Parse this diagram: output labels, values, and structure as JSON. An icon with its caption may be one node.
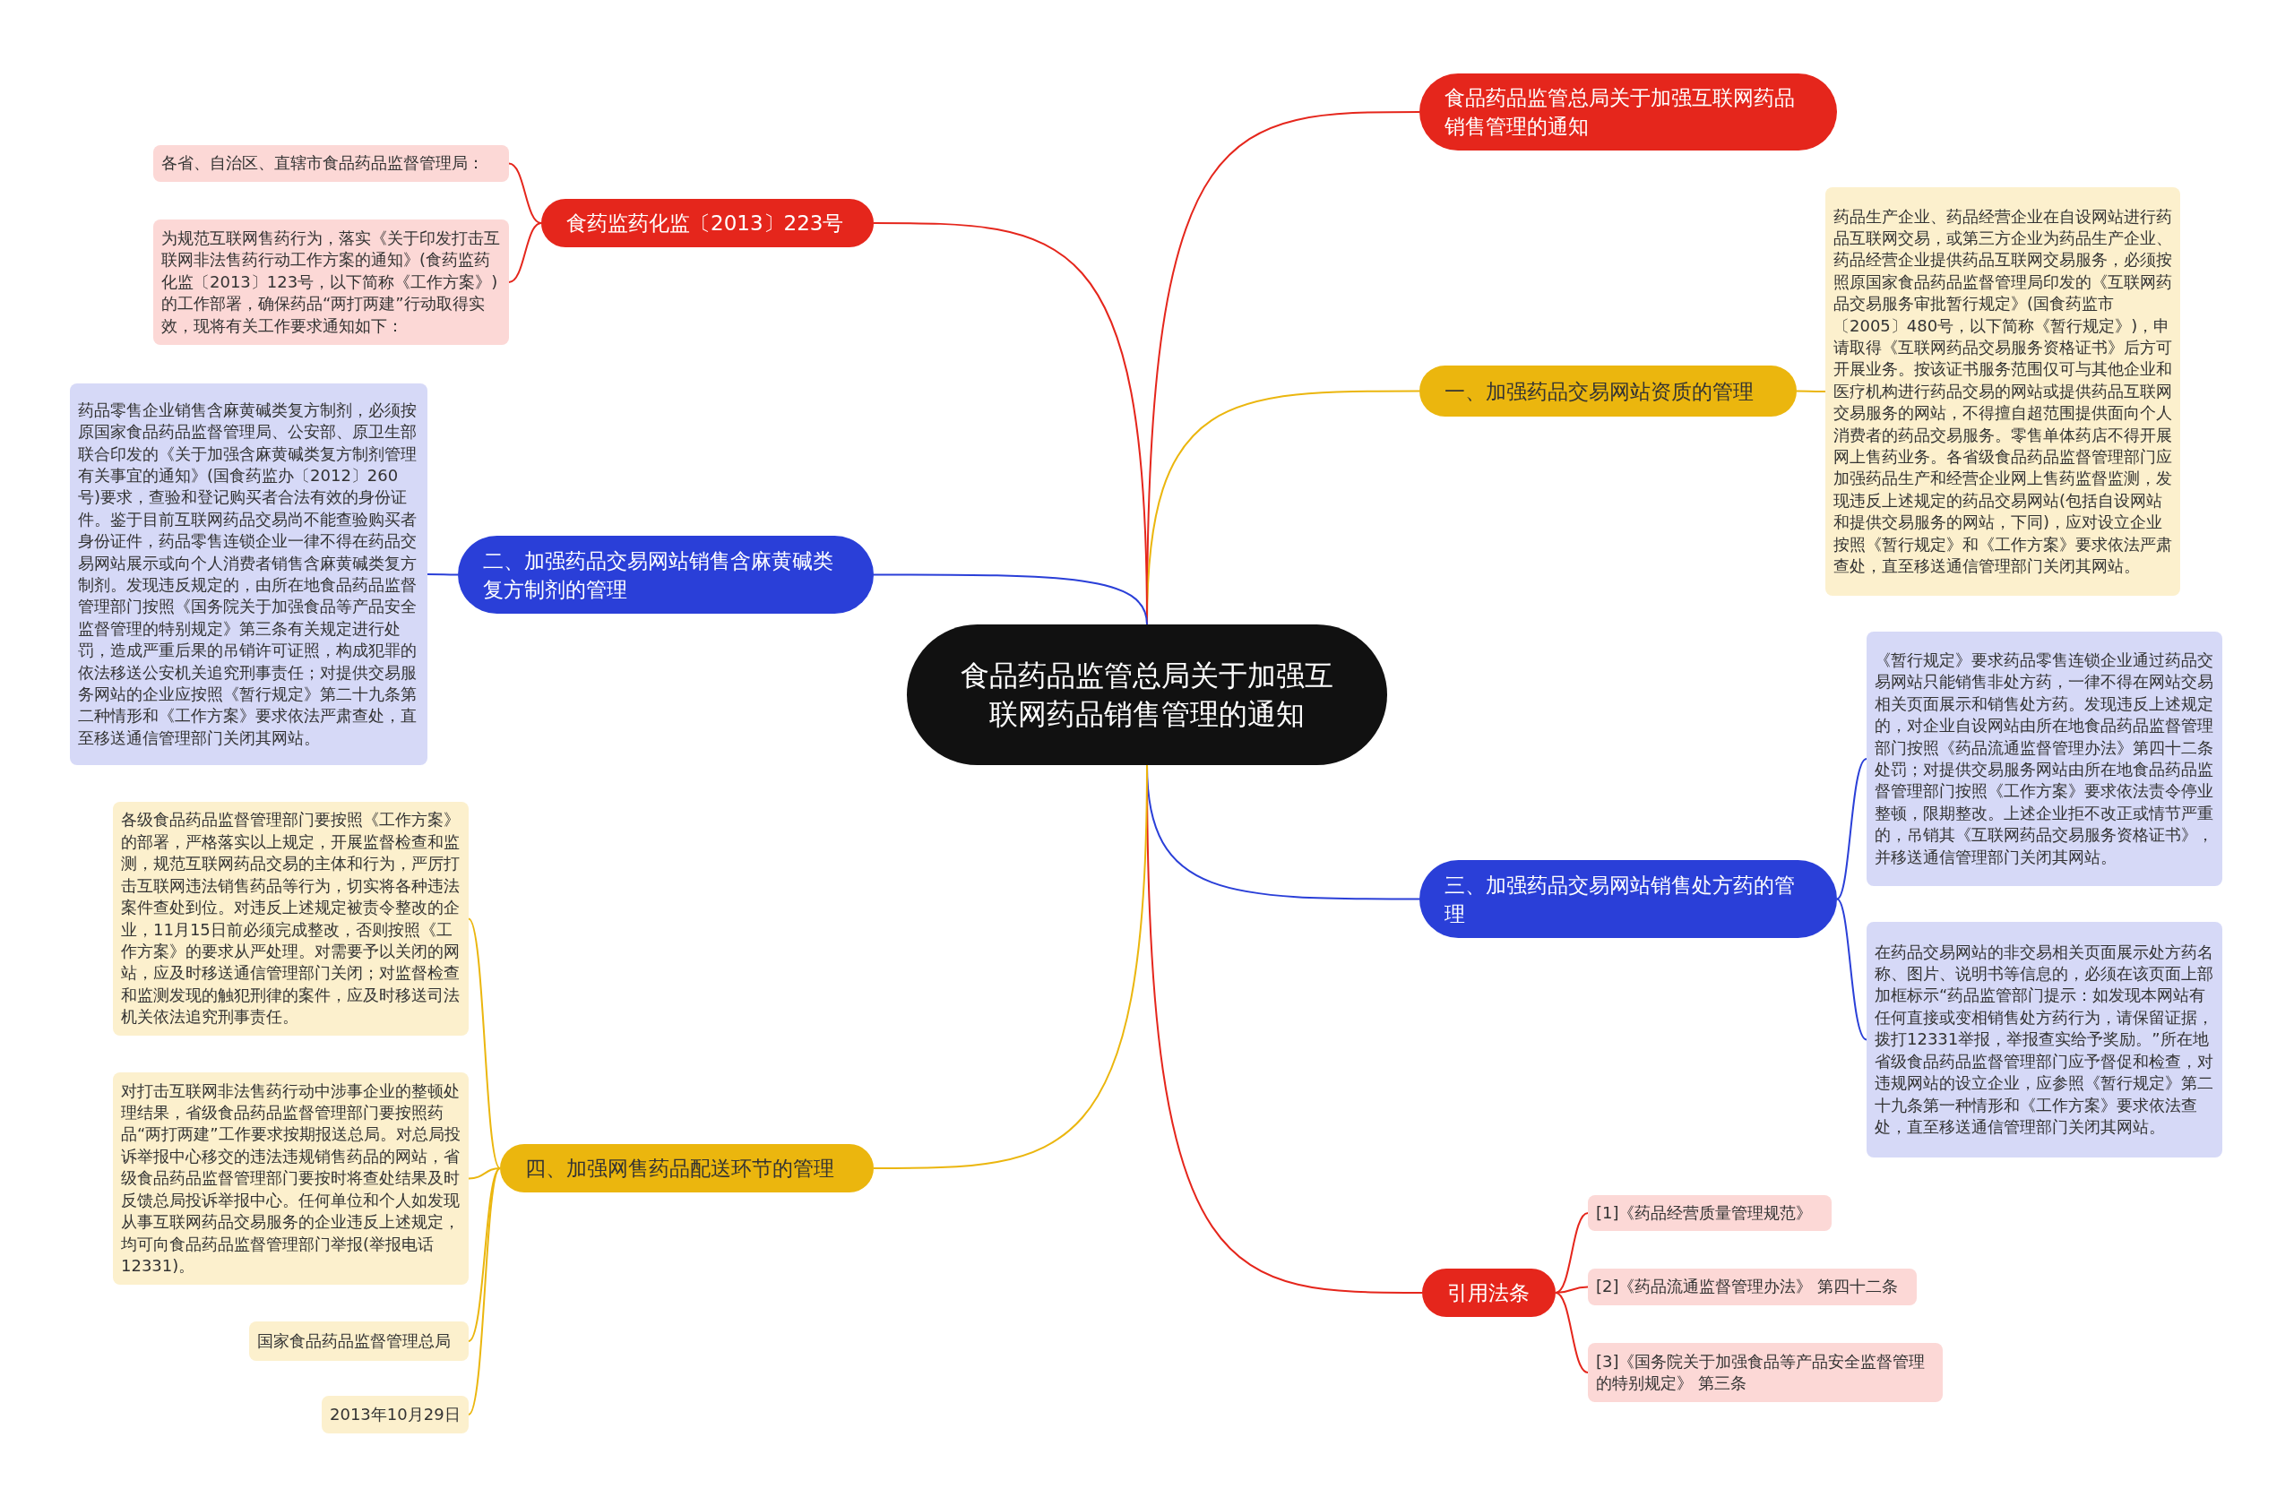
{
  "diagram": {
    "nodes": [
      {
        "text": [
          "食品药品监管总局关于加强互联网药品销售管理的通知"
        ]
      },
      {
        "text": [
          "食品药品监管总局关于加强互联网药品销售管理的通知"
        ]
      },
      {
        "text": [
          "一、加强药品交易网站资质的管理"
        ]
      },
      {
        "text": [
          "药品生产企业、药品经营企业在自设网站进行药品互联网交易，或第三方企业为药品生产企业、药品经营企业提供药品互联网交易服务，必须按照原国家食品药品监督管理局印发的《互联网药品交易服务审批暂行规定》(国食药监市〔2005〕480号，以下简称《暂行规定》)，申请取得《互联网药品交易服务资格证书》后方可开展业务。按该证书服务范围仅可与其他企业和医疗机构进行药品交易的网站或提供药品互联网交易服务的网站，不得擅自超范围提供面向个人消费者的药品交易服务。零售单体药店不得开展网上售药业务。各省级食品药品监督管理部门应加强药品生产和经营企业网上售药监督监测，发现违反上述规定的药品交易网站(包括自设网站和提供交易服务的网站，下同)，应对设立企业按照《暂行规定》和《工作方案》要求依法严肃查处，直至移送通信管理部门关闭其网站。"
        ]
      },
      {
        "text": [
          "三、加强药品交易网站销售处方药的管理"
        ]
      },
      {
        "text": [
          "《暂行规定》要求药品零售连锁企业通过药品交易网站只能销售非处方药，一律不得在网站交易相关页面展示和销售处方药。发现违反上述规定的，对企业自设网站由所在地食品药品监督管理部门按照《药品流通监督管理办法》第四十二条处罚；对提供交易服务网站由所在地食品药品监督管理部门按照《工作方案》要求依法责令停业整顿，限期整改。上述企业拒不改正或情节严重的，吊销其《互联网药品交易服务资格证书》，并移送通信管理部门关闭其网站。"
        ]
      },
      {
        "text": [
          "在药品交易网站的非交易相关页面展示处方药名称、图片、说明书等信息的，必须在该页面上部加框标示“药品监管部门提示：如发现本网站有任何直接或变相销售处方药行为，请保留证据，拨打12331举报，举报查实给予奖励。”所在地省级食品药品监督管理部门应予督促和检查，对违规网站的设立企业，应参照《暂行规定》第二十九条第一种情形和《工作方案》要求依法查处，直至移送通信管理部门关闭其网站。"
        ]
      },
      {
        "text": [
          "引用法条"
        ]
      },
      {
        "text": [
          "[1]《药品经营质量管理规范》"
        ]
      },
      {
        "text": [
          "[2]《药品流通监督管理办法》 第四十二条"
        ]
      },
      {
        "text": [
          "[3]《国务院关于加强食品等产品安全监督管理的特别规定》 第三条"
        ]
      },
      {
        "text": [
          "食药监药化监〔2013〕223号"
        ]
      },
      {
        "text": [
          "各省、自治区、直辖市食品药品监督管理局："
        ]
      },
      {
        "text": [
          "为规范互联网售药行为，落实《关于印发打击互联网非法售药行动工作方案的通知》(食药监药化监〔2013〕123号，以下简称《工作方案》)的工作部署，确保药品“两打两建”行动取得实效，现将有关工作要求通知如下："
        ]
      },
      {
        "text": [
          "二、加强药品交易网站销售含麻黄碱类复方制剂的管理"
        ]
      },
      {
        "text": [
          "药品零售企业销售含麻黄碱类复方制剂，必须按原国家食品药品监督管理局、公安部、原卫生部联合印发的《关于加强含麻黄碱类复方制剂管理有关事宜的通知》(国食药监办〔2012〕260号)要求，查验和登记购买者合法有效的身份证件。鉴于目前互联网药品交易尚不能查验购买者身份证件，药品零售连锁企业一律不得在药品交易网站展示或向个人消费者销售含麻黄碱类复方制剂。发现违反规定的，由所在地食品药品监督管理部门按照《国务院关于加强食品等产品安全监督管理的特别规定》第三条有关规定进行处罚，造成严重后果的吊销许可证照，构成犯罪的依法移送公安机关追究刑事责任；对提供交易服务网站的企业应按照《暂行规定》第二十九条第二种情形和《工作方案》要求依法严肃查处，直至移送通信管理部门关闭其网站。"
        ]
      },
      {
        "text": [
          "四、加强网售药品配送环节的管理"
        ]
      },
      {
        "text": [
          "各级食品药品监督管理部门要按照《工作方案》的部署，严格落实以上规定，开展监督检查和监测，规范互联网药品交易的主体和行为，严厉打击互联网违法销售药品等行为，切实将各种违法案件查处到位。对违反上述规定被责令整改的企业，11月15日前必须完成整改，否则按照《工作方案》的要求从严处理。对需要予以关闭的网站，应及时移送通信管理部门关闭；对监督检查和监测发现的触犯刑律的案件，应及时移送司法机关依法追究刑事责任。"
        ]
      },
      {
        "text": [
          "对打击互联网非法售药行动中涉事企业的整顿处理结果，省级食品药品监督管理部门要按照药品“两打两建”工作要求按期报送总局。对总局投诉举报中心移交的违法违规销售药品的网站，省级食品药品监督管理部门要按时将查处结果及时反馈总局投诉举报中心。任何单位和个人如发现从事互联网药品交易服务的企业违反上述规定，均可向食品药品监督管理部门举报(举报电话12331)。"
        ]
      },
      {
        "text": [
          "国家食品药品监督管理总局"
        ]
      },
      {
        "text": [
          "2013年10月29日"
        ]
      }
    ],
    "edges": [
      {
        "from": 0,
        "to": 1,
        "arrow": "none",
        "color": "#e5261c"
      },
      {
        "from": 0,
        "to": 2,
        "arrow": "none",
        "color": "#ebb60e"
      },
      {
        "from": 2,
        "to": 3,
        "arrow": "none",
        "color": "#ebb60e"
      },
      {
        "from": 0,
        "to": 4,
        "arrow": "none",
        "color": "#2a3fd8"
      },
      {
        "from": 4,
        "to": 5,
        "arrow": "none",
        "color": "#2a3fd8"
      },
      {
        "from": 4,
        "to": 6,
        "arrow": "none",
        "color": "#2a3fd8"
      },
      {
        "from": 0,
        "to": 7,
        "arrow": "none",
        "color": "#e5261c"
      },
      {
        "from": 7,
        "to": 8,
        "arrow": "none",
        "color": "#e5261c"
      },
      {
        "from": 7,
        "to": 9,
        "arrow": "none",
        "color": "#e5261c"
      },
      {
        "from": 7,
        "to": 10,
        "arrow": "none",
        "color": "#e5261c"
      },
      {
        "from": 0,
        "to": 11,
        "arrow": "none",
        "color": "#e5261c"
      },
      {
        "from": 11,
        "to": 12,
        "arrow": "none",
        "color": "#e5261c"
      },
      {
        "from": 11,
        "to": 13,
        "arrow": "none",
        "color": "#e5261c"
      },
      {
        "from": 0,
        "to": 14,
        "arrow": "none",
        "color": "#2a3fd8"
      },
      {
        "from": 14,
        "to": 15,
        "arrow": "none",
        "color": "#2a3fd8"
      },
      {
        "from": 0,
        "to": 16,
        "arrow": "none",
        "color": "#ebb60e"
      },
      {
        "from": 16,
        "to": 17,
        "arrow": "none",
        "color": "#ebb60e"
      },
      {
        "from": 16,
        "to": 18,
        "arrow": "none",
        "color": "#ebb60e"
      },
      {
        "from": 16,
        "to": 19,
        "arrow": "none",
        "color": "#ebb60e"
      },
      {
        "from": 16,
        "to": 20,
        "arrow": "none",
        "color": "#ebb60e"
      }
    ]
  }
}
